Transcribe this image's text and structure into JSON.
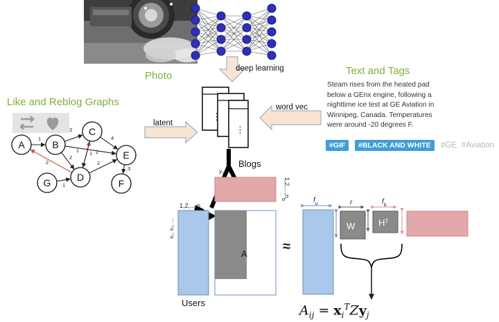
{
  "labels": {
    "photo": "Photo",
    "deep_learning": "deep learning",
    "text_and_tags": "Text and Tags",
    "like_reblog": "Like and Reblog Graphs",
    "latent": "latent",
    "word_vec": "word vec",
    "blogs": "Blogs",
    "users": "Users",
    "approx": "≈"
  },
  "post_text": "Steam rises from the heated pad below a GEnx engine, following a nighttime ice test at GE Aviation in Winnipeg, Canada. Temperatures were around -20 degrees F.",
  "tags": [
    "#GIF",
    "#BLACK AND WHITE",
    "#GE",
    "#Aviation"
  ],
  "graph": {
    "nodes": [
      "A",
      "B",
      "C",
      "D",
      "E",
      "F",
      "G"
    ],
    "edge_weights": [
      "1",
      "3",
      "4",
      "2",
      "2",
      "1",
      "2",
      "1",
      "2",
      "3",
      "1"
    ]
  },
  "matrix": {
    "A": "A",
    "W": "W",
    "H": "H",
    "H_sup": "T",
    "f_u": "f",
    "f_u_sub": "u",
    "r": "r",
    "f_b": "f",
    "f_b_sub": "b",
    "users_index": "1,2,...,n",
    "users_index_sub": "u",
    "blogs_index": "1,2,...,n",
    "blogs_index_sub": "b",
    "x_labels": "x₁, x₂, ...",
    "y_labels": "y₁, ..."
  },
  "formula": {
    "lhs": "A",
    "lhs_sub": "ij",
    "eq": " = ",
    "x": "x",
    "x_sub": "i",
    "x_sup": "T",
    "z": "Z",
    "y": "y",
    "y_sub": "j"
  },
  "colors": {
    "green": "#7fae3f",
    "blue_fill": "#a9c8ea",
    "pink_fill": "#e3a8aa",
    "gray_fill": "#8a8a8a",
    "arrow_fill": "#f9e4d1",
    "tag_blue": "#3d9fd6"
  }
}
